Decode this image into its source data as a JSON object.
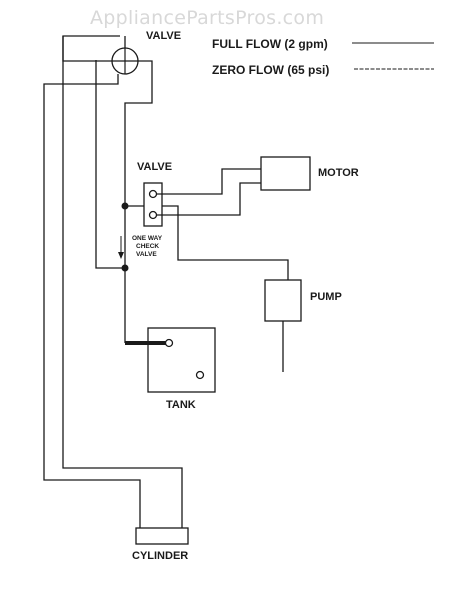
{
  "watermark": "AppliancePartsPros.com",
  "legend": {
    "full_flow": "FULL FLOW (2 gpm)",
    "zero_flow": "ZERO FLOW (65 psi)"
  },
  "labels": {
    "top_valve": "VALVE",
    "mid_valve": "VALVE",
    "motor": "MOTOR",
    "check_line1": "ONE WAY",
    "check_line2": "CHECK",
    "check_line3": "VALVE",
    "pump": "PUMP",
    "tank": "TANK",
    "cylinder": "CYLINDER"
  }
}
